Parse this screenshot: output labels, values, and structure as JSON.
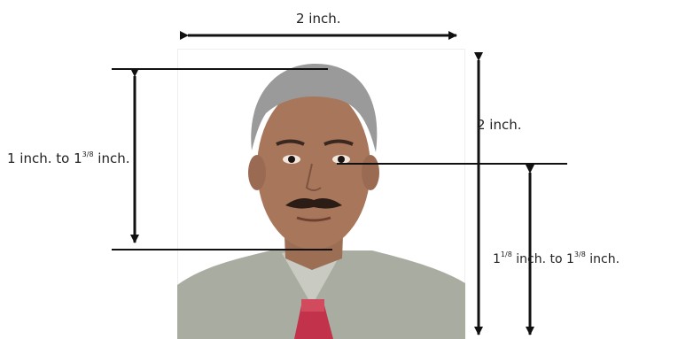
{
  "labels": {
    "photo_width": "2 inch.",
    "photo_height": "2 inch.",
    "head_height": {
      "prefix": "1 inch. to 1",
      "fraction": "3/8",
      "suffix": " inch."
    },
    "eye_height": {
      "prefix": "1",
      "fraction": "1/8",
      "middle": " inch. to 1",
      "fraction2": "3/8",
      "suffix": " inch."
    }
  },
  "colors": {
    "line": "#111111",
    "shirt": "#a9aca1",
    "skin": "#a8765a",
    "hair": "#9a9a9a",
    "tie": "#c2324a"
  }
}
